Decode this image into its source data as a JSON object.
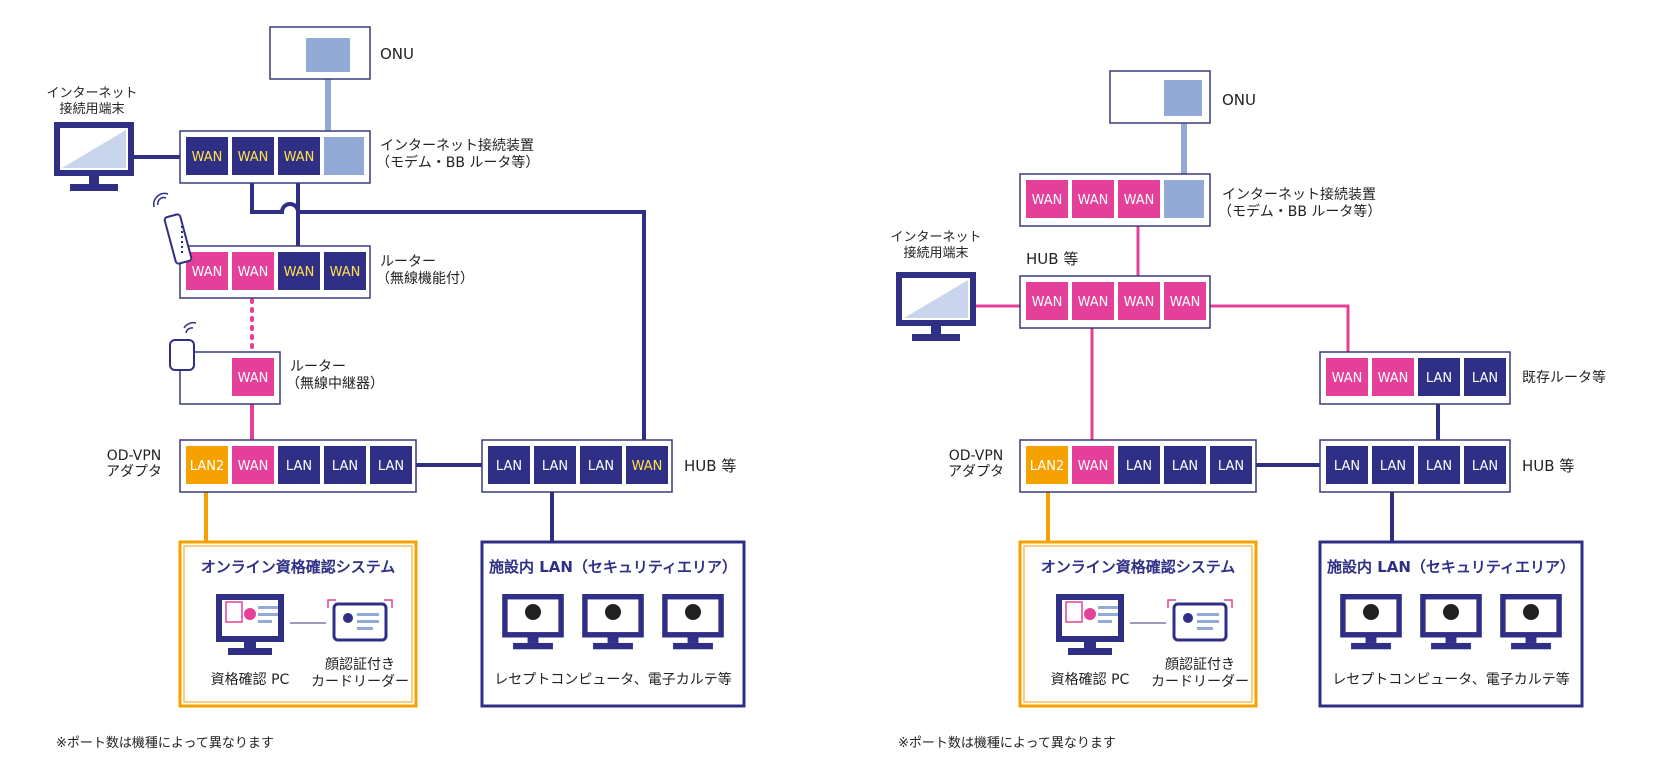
{
  "colors": {
    "navy": "#2f2f86",
    "pink": "#e4409a",
    "orange": "#f5a200",
    "light_blue": "#93a9d6",
    "wan_yellow": "#ffe24a",
    "box_border": "#3a3a7a",
    "text": "#222222"
  },
  "port_labels": {
    "wan": "WAN",
    "lan": "LAN",
    "lan2": "LAN2"
  },
  "left": {
    "onu": "ONU",
    "terminal": [
      "インターネット",
      "接続用端末"
    ],
    "modem": [
      "インターネット接続装置",
      "（モデム・BB ルータ等）"
    ],
    "router": [
      "ルーター",
      "（無線機能付）"
    ],
    "repeater": [
      "ルーター",
      "（無線中継器）"
    ],
    "adapter": [
      "OD-VPN",
      "アダプタ"
    ],
    "hub": "HUB 等",
    "online_system": {
      "title": "オンライン資格確認システム",
      "pc": "資格確認 PC",
      "reader": [
        "顔認証付き",
        "カードリーダー"
      ]
    },
    "facility_lan": {
      "title": "施設内 LAN（セキュリティエリア）",
      "caption": "レセプトコンピュータ、電子カルテ等"
    },
    "note": "※ポート数は機種によって異なります"
  },
  "right": {
    "onu": "ONU",
    "modem": [
      "インターネット接続装置",
      "（モデム・BB ルータ等）"
    ],
    "terminal": [
      "インターネット",
      "接続用端末"
    ],
    "hub_top": "HUB 等",
    "existing_router": "既存ルータ等",
    "adapter": [
      "OD-VPN",
      "アダプタ"
    ],
    "hub": "HUB 等",
    "online_system": {
      "title": "オンライン資格確認システム",
      "pc": "資格確認 PC",
      "reader": [
        "顔認証付き",
        "カードリーダー"
      ]
    },
    "facility_lan": {
      "title": "施設内 LAN（セキュリティエリア）",
      "caption": "レセプトコンピュータ、電子カルテ等"
    },
    "note": "※ポート数は機種によって異なります"
  }
}
